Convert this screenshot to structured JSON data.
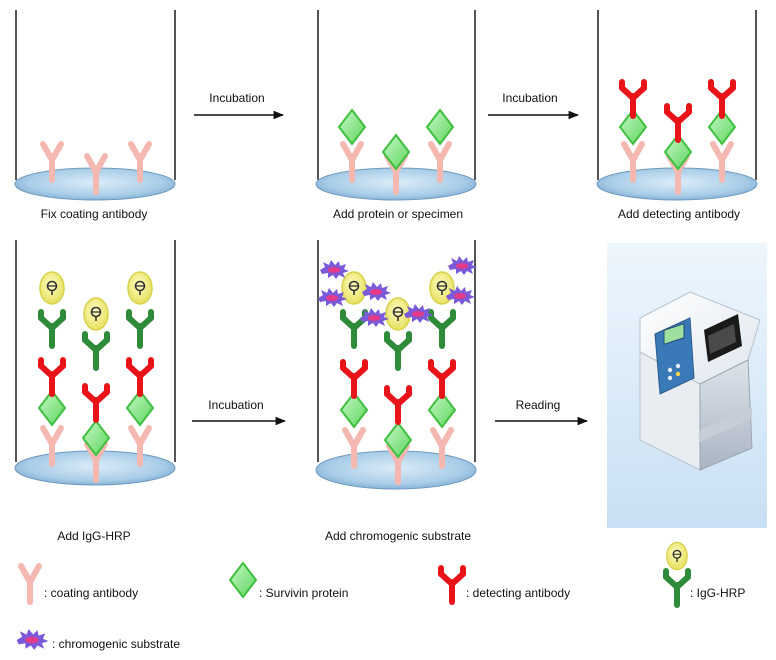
{
  "steps": {
    "step1": "Fix coating antibody",
    "step2": "Add protein or specimen",
    "step3": "Add detecting antibody",
    "step4": "Add IgG-HRP",
    "step5": "Add chromogenic substrate"
  },
  "arrows": {
    "a1": "Incubation",
    "a2": "Incubation",
    "a3": "Incubation",
    "a4": "Reading"
  },
  "legend": {
    "coating": ": coating antibody",
    "survivin": ": Survivin protein",
    "detecting": ": detecting antibody",
    "igg": ": IgG-HRP",
    "substrate": ": chromogenic substrate"
  },
  "colors": {
    "coating": "#f4b8b0",
    "survivin": "#8ee88e",
    "detecting": "#e8141a",
    "igg_stem": "#2e8b3a",
    "hrp": "#f3f08a",
    "dish": "#b8d8ee",
    "substrate": "#7a5ad8"
  },
  "icons": [
    "y-antibody-icon",
    "diamond-protein-icon",
    "hrp-conjugate-icon",
    "star-substrate-icon",
    "microplate-reader-icon"
  ]
}
